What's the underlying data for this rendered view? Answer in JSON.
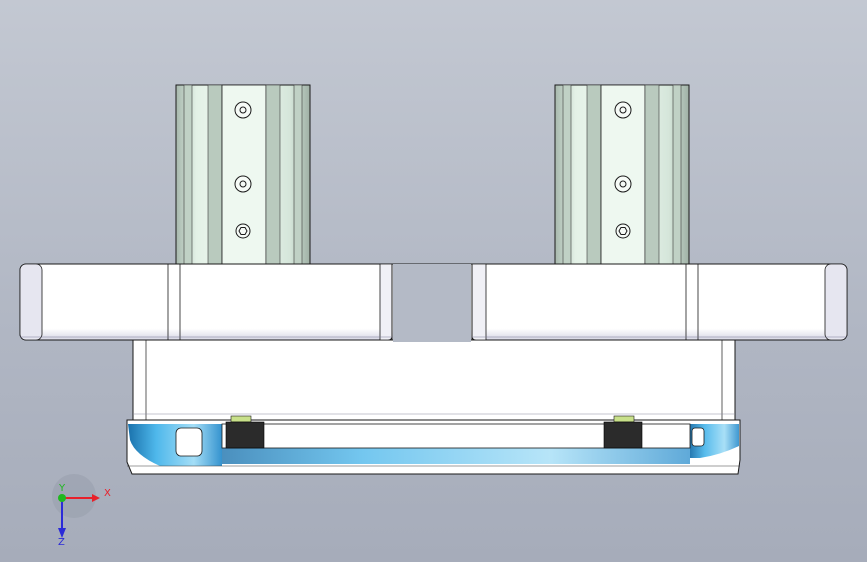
{
  "triad": {
    "x_label": "X",
    "y_label": "Y",
    "z_label": "Z",
    "x_color": "#e8202a",
    "y_color": "#1fb81f",
    "z_color": "#2b2bd8"
  },
  "colors": {
    "background": "#b4bac6",
    "body": "#ffffff",
    "outline": "#1a1a1a",
    "cylinder_metal": "#d9ecdf",
    "cylinder_shade": "#a7b8ad",
    "base_blue": "#2aa0dc",
    "nut": "#2b2b2b",
    "washer": "#c8e08a"
  }
}
